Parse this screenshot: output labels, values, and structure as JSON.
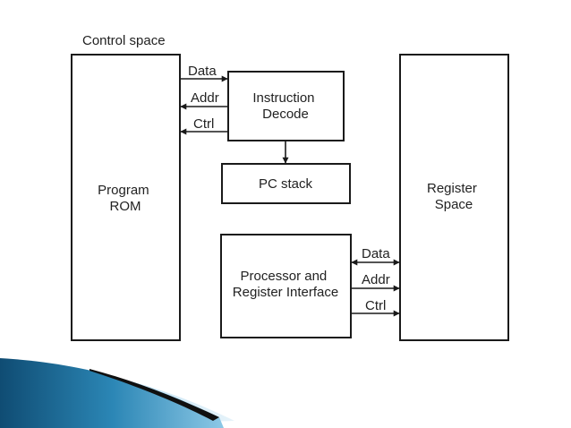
{
  "title": "Control space",
  "blocks": {
    "program_rom": [
      "Program",
      "ROM"
    ],
    "instruction_decode": [
      "Instruction",
      "Decode"
    ],
    "pc_stack": "PC stack",
    "register_space": [
      "Register",
      "Space"
    ],
    "processor_interface": [
      "Processor and",
      "Register Interface"
    ]
  },
  "left_bus": {
    "data": "Data",
    "addr": "Addr",
    "ctrl": "Ctrl"
  },
  "right_bus": {
    "data": "Data",
    "addr": "Addr",
    "ctrl": "Ctrl"
  },
  "colors": {
    "line": "#1a1a1a",
    "text": "#222222",
    "accent_dark": "#1f5f86",
    "accent_light": "#cfe6f3"
  }
}
